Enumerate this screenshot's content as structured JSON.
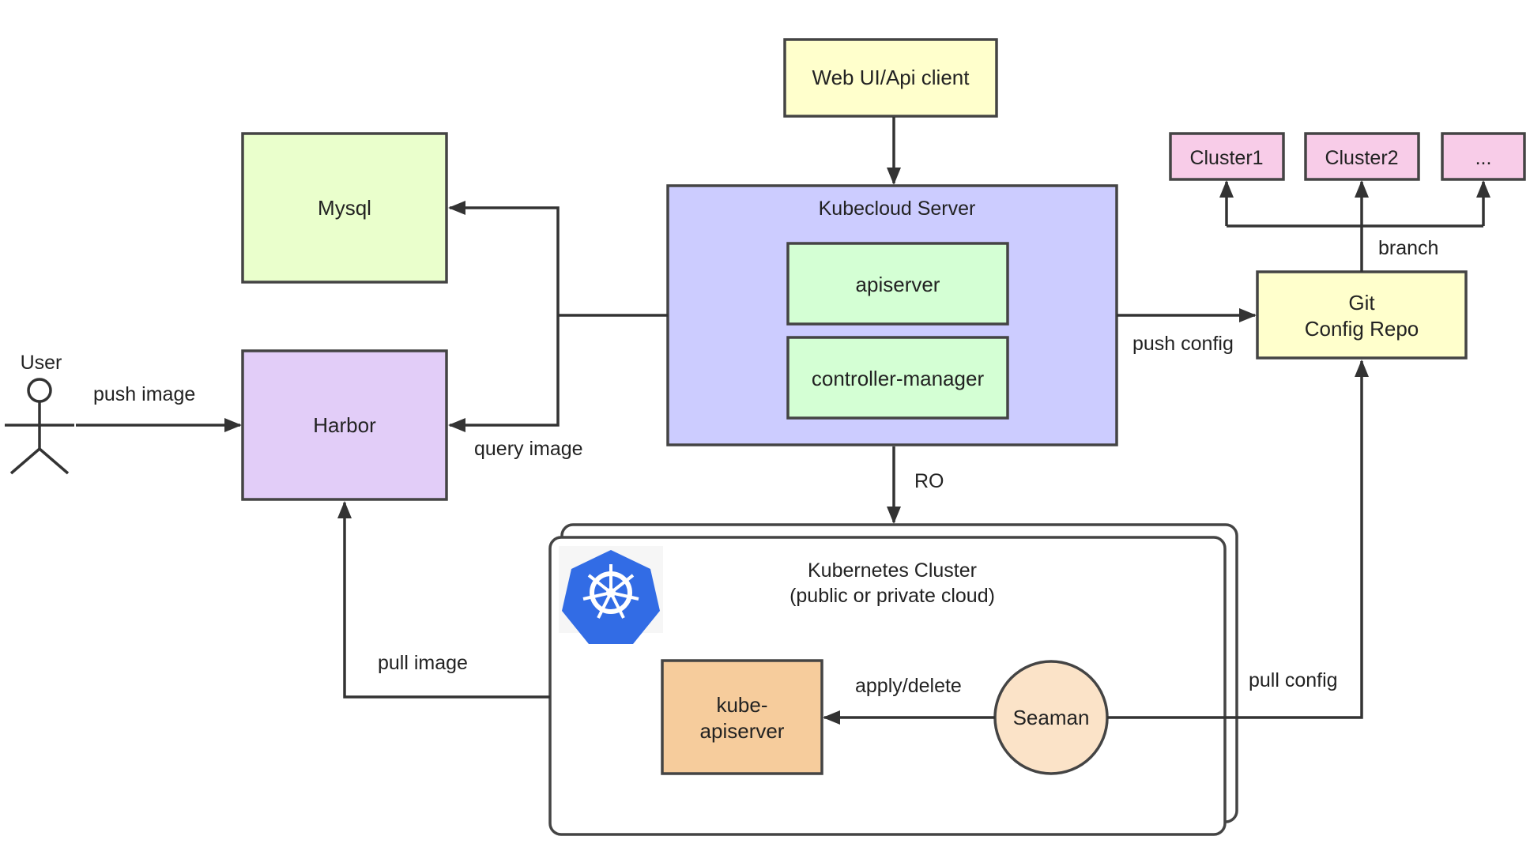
{
  "nodes": {
    "web_client": "Web UI/Api client",
    "mysql": "Mysql",
    "harbor": "Harbor",
    "user": "User",
    "kubecloud_server": "Kubecloud Server",
    "apiserver": "apiserver",
    "controller_manager": "controller-manager",
    "git_repo_line1": "Git",
    "git_repo_line2": "Config Repo",
    "cluster1": "Cluster1",
    "cluster2": "Cluster2",
    "cluster_more": "...",
    "k8s_cluster_line1": "Kubernetes Cluster",
    "k8s_cluster_line2": "(public or private cloud)",
    "kube_apiserver_line1": "kube-",
    "kube_apiserver_line2": "apiserver",
    "seaman": "Seaman"
  },
  "edges": {
    "push_image": "push image",
    "query_image": "query image",
    "push_config": "push config",
    "branch": "branch",
    "ro": "RO",
    "pull_image": "pull image",
    "apply_delete": "apply/delete",
    "pull_config": "pull config"
  },
  "colors": {
    "web_client": "#ffffcc",
    "mysql": "#eaffcc",
    "harbor": "#e2cdf8",
    "kubecloud_server": "#ccccff",
    "apiserver": "#d4ffd4",
    "git_repo": "#ffffcc",
    "cluster": "#f8cce8",
    "kube_apiserver": "#f6cc9c",
    "seaman": "#fbe3c8",
    "k8s_logo": "#326ce5"
  }
}
